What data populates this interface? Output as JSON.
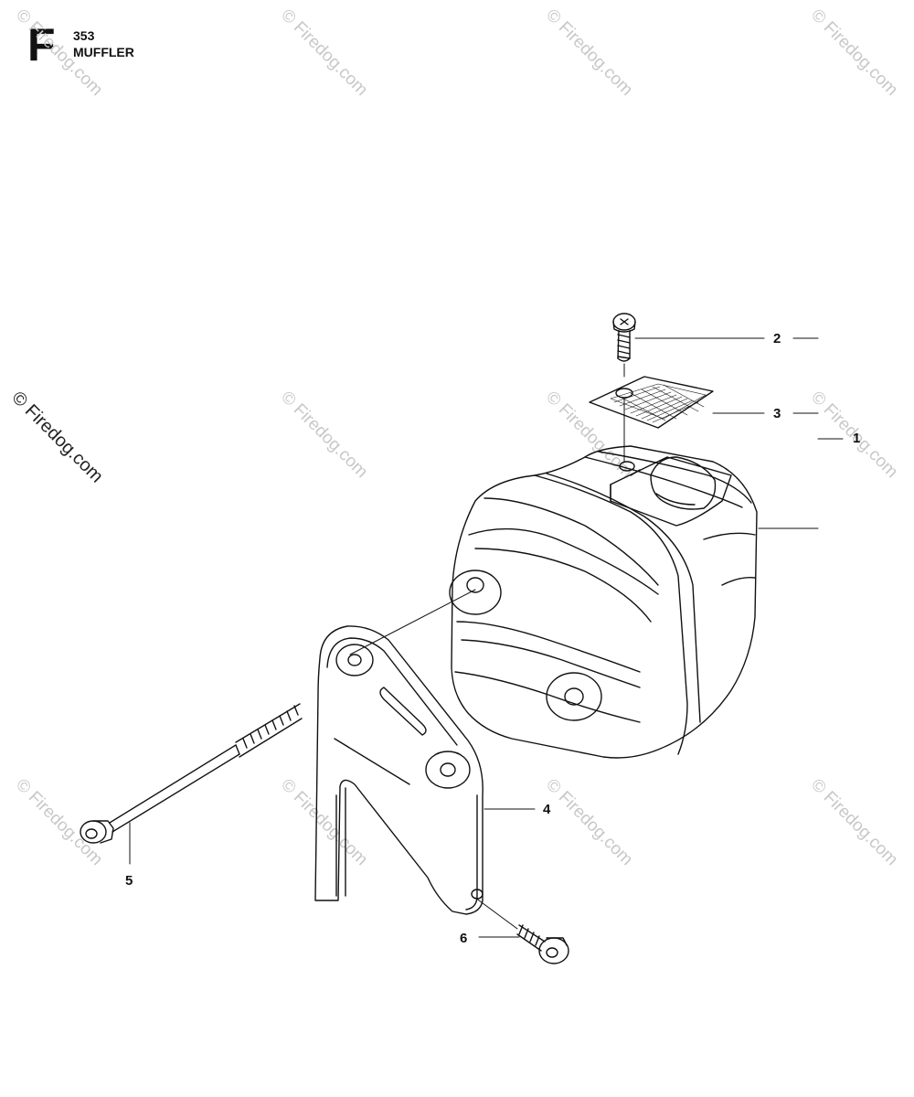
{
  "header": {
    "section": "F",
    "model": "353",
    "title": "MUFFLER"
  },
  "watermark": {
    "text": "© Firedog.com"
  },
  "callouts": [
    {
      "id": "1",
      "label": "1"
    },
    {
      "id": "2",
      "label": "2"
    },
    {
      "id": "3",
      "label": "3"
    },
    {
      "id": "4",
      "label": "4"
    },
    {
      "id": "5",
      "label": "5"
    },
    {
      "id": "6",
      "label": "6"
    }
  ]
}
